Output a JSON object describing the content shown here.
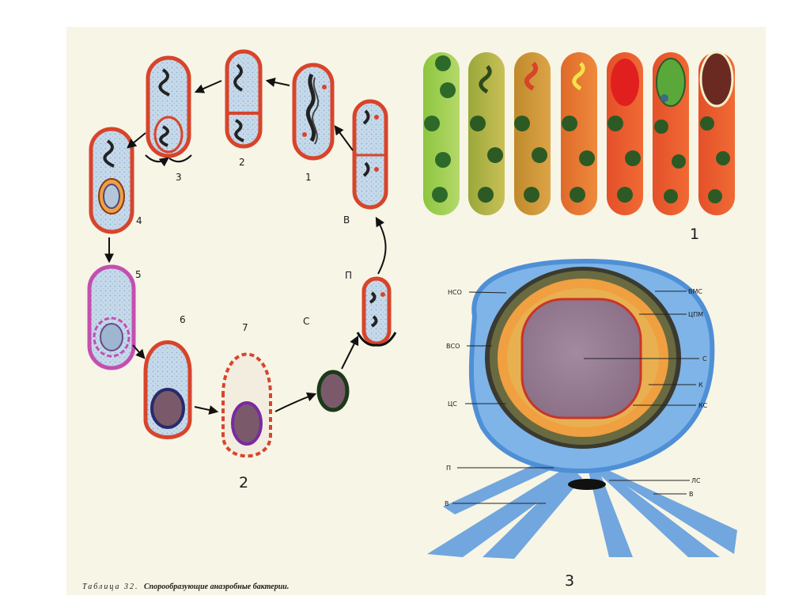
{
  "stages": {
    "n1": "1",
    "n2": "2",
    "n3": "3",
    "n4": "4",
    "n5": "5",
    "n6": "6",
    "n7": "7",
    "v": "В",
    "p": "П",
    "s": "С"
  },
  "figures": {
    "f1": "1",
    "f2": "2",
    "f3": "3"
  },
  "spore_labels": {
    "nso": "НСО",
    "vms": "ВМС",
    "cpm": "ЦПМ",
    "vso": "ВСО",
    "c": "С",
    "k": "К",
    "cs": "ЦС",
    "ks": "КС",
    "p": "П",
    "ls": "ЛС",
    "v_left": "В",
    "v_right": "В"
  },
  "caption": {
    "label": "Таблица 32.",
    "text": "Спорообразующие анаэробные бактерии."
  },
  "colors": {
    "paper": "#f7f5e6",
    "cell_outline": "#d8442b",
    "cytoplasm": "#bcd2e6",
    "spore_blue": "#4f8fd6",
    "cortex": "#f0a040"
  }
}
